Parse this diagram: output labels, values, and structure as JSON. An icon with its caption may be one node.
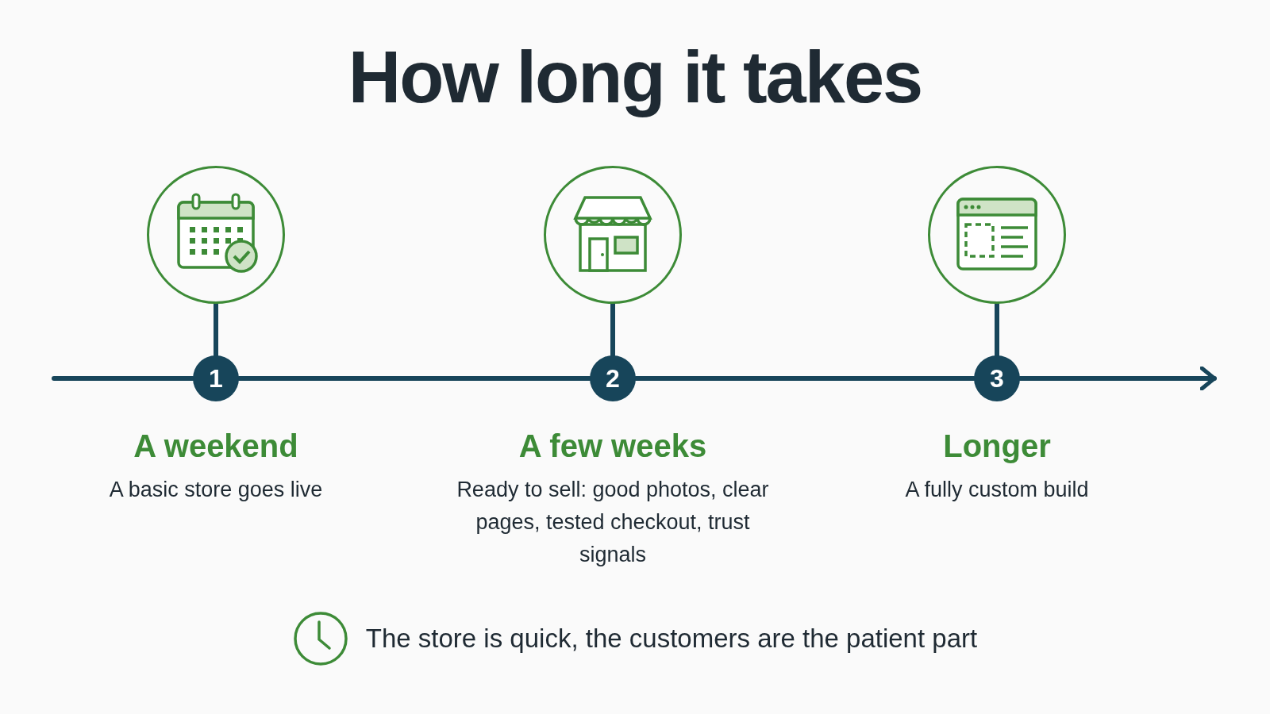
{
  "diagram": {
    "title": "How long it takes",
    "nodes": [
      {
        "text": [],
        "shape": "circle"
      },
      {
        "text": [],
        "shape": "circle"
      },
      {
        "text": [],
        "shape": "circle"
      },
      {
        "text": [
          "1"
        ],
        "beside": [
          "A weekend",
          "A basic store goes live"
        ]
      },
      {
        "text": [
          "2"
        ],
        "beside": [
          "A few weeks",
          "Ready to sell: good photos, clear pages, tested checkout, trust signals"
        ]
      },
      {
        "text": [
          "3"
        ],
        "beside": [
          "Longer",
          "A fully custom build"
        ]
      }
    ],
    "edges": [
      {
        "from": 0,
        "to": 3,
        "arrow": "none"
      },
      {
        "from": 1,
        "to": 4,
        "arrow": "none"
      },
      {
        "from": 2,
        "to": 5,
        "arrow": "none"
      },
      {
        "from": null,
        "to": 3,
        "arrow": "none"
      },
      {
        "from": 3,
        "to": 4,
        "arrow": "none"
      },
      {
        "from": 4,
        "to": 5,
        "arrow": "none"
      },
      {
        "from": 5,
        "to": null,
        "arrow": "to"
      }
    ],
    "labels": [
      "The store is quick, the customers are the patient part"
    ]
  }
}
